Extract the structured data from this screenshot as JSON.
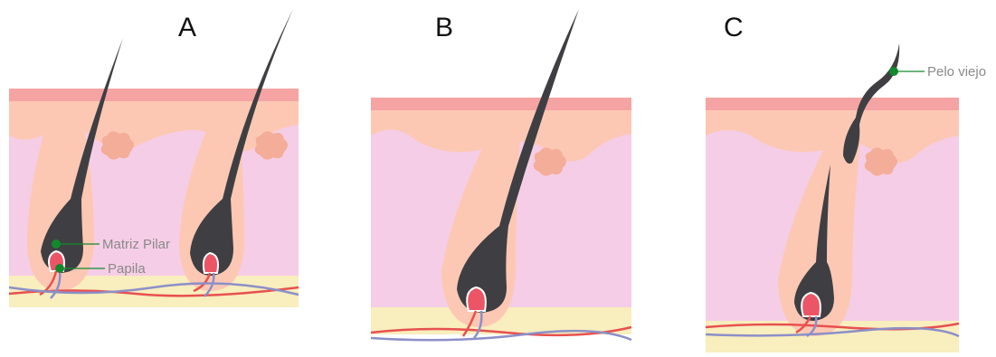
{
  "panels": [
    {
      "letter": "A"
    },
    {
      "letter": "B"
    },
    {
      "letter": "C"
    }
  ],
  "labels": {
    "matrix": "Matriz Pilar",
    "papilla": "Papila",
    "old_hair": "Pelo viejo"
  },
  "colors": {
    "epidermis_top": "#f5a3a3",
    "skin_peach": "#fcc8b4",
    "dermis_pink": "#f6cde6",
    "fat_cream": "#f8eebe",
    "hair": "#3f3f43",
    "papilla": "#ec5566",
    "vessel_red": "#e8504f",
    "vessel_blue": "#8c8fc8",
    "marker_green": "#13892d",
    "label_gray": "#8a8a8a"
  }
}
